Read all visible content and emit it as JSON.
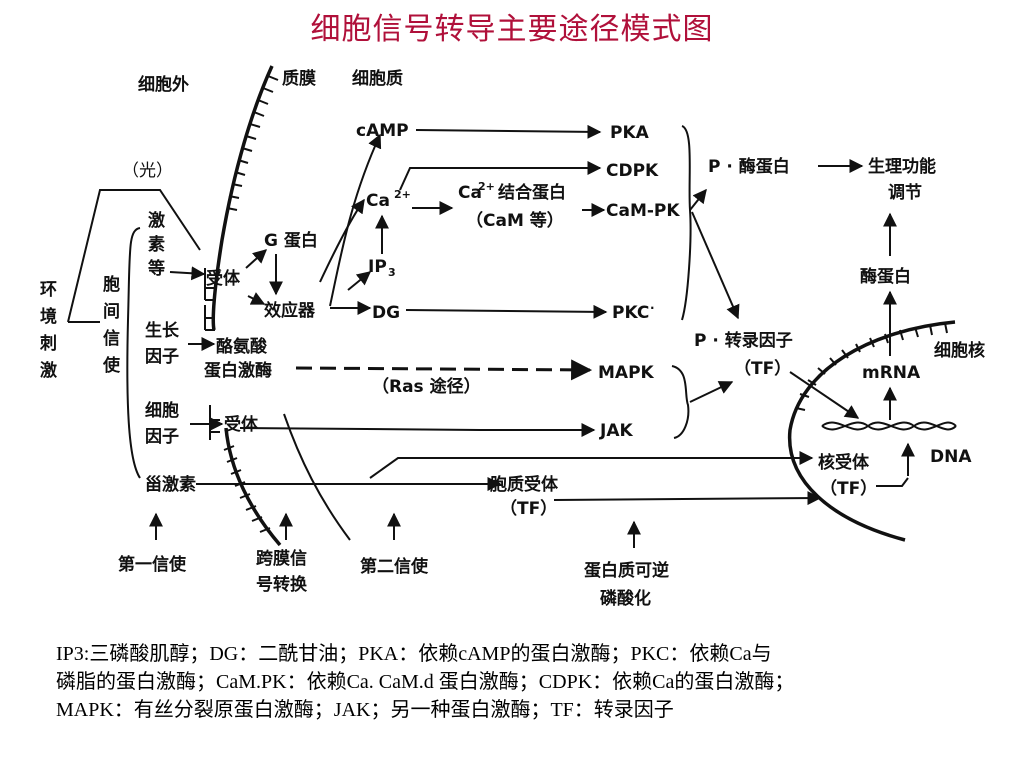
{
  "title": "细胞信号转导主要途径模式图",
  "regions": {
    "outside": "细胞外",
    "membrane": "质膜",
    "cytoplasm": "细胞质",
    "nucleus": "细胞核"
  },
  "stimulus": {
    "env": [
      "环",
      "境",
      "刺",
      "激"
    ],
    "light": "（光）",
    "intercell": [
      "胞",
      "间",
      "信",
      "使"
    ]
  },
  "first_messengers": {
    "hormones": [
      "激",
      "素",
      "等"
    ],
    "growth_factor": [
      "生长",
      "因子"
    ],
    "cytokine": [
      "细胞",
      "因子"
    ],
    "steroid": "甾激素"
  },
  "membrane_items": {
    "receptor1": "受体",
    "receptor2": "受体",
    "g_protein": "G 蛋白",
    "effector": "效应器",
    "tyr_kinase": [
      "酪氨酸",
      "蛋白激酶"
    ]
  },
  "second_messengers": {
    "camp": "cAMP",
    "ca": "Ca",
    "ca_sup": "2+",
    "ip3": "IP",
    "ip3_sub": "3",
    "dg": "DG",
    "ca_binding": [
      "Ca",
      "2+",
      "结合蛋白"
    ],
    "cam_etc": "（CaM 等）",
    "ras": "（Ras 途径）"
  },
  "kinases": {
    "pka": "PKA",
    "cdpk": "CDPK",
    "campk": "CaM-PK",
    "pkc": "PKC",
    "pkc_mark": "·",
    "mapk": "MAPK",
    "jak": "JAK"
  },
  "targets": {
    "p_enzyme": "P · 酶蛋白",
    "physio": [
      "生理功能",
      "调节"
    ],
    "enzyme": "酶蛋白",
    "p_tf": "P · 转录因子",
    "tf1": "（TF）",
    "mrna": "mRNA",
    "dna": "DNA",
    "nuclear_receptor": "核受体",
    "tf2": "（TF）",
    "cyto_receptor": "胞质受体",
    "tf3": "（TF）"
  },
  "bottom_labels": {
    "first": "第一信使",
    "transmembrane": [
      "跨膜信",
      "号转换"
    ],
    "second": "第二信使",
    "reversible": [
      "蛋白质可逆",
      "磷酸化"
    ]
  },
  "legend": [
    "IP3:三磷酸肌醇；DG：二酰甘油；PKA：依赖cAMP的蛋白激酶；PKC：依赖Ca与",
    "磷脂的蛋白激酶；CaM.PK：依赖Ca. CaM.d  蛋白激酶；CDPK：依赖Ca的蛋白激酶；",
    "MAPK：有丝分裂原蛋白激酶；JAK；另一种蛋白激酶；TF：转录因子"
  ]
}
